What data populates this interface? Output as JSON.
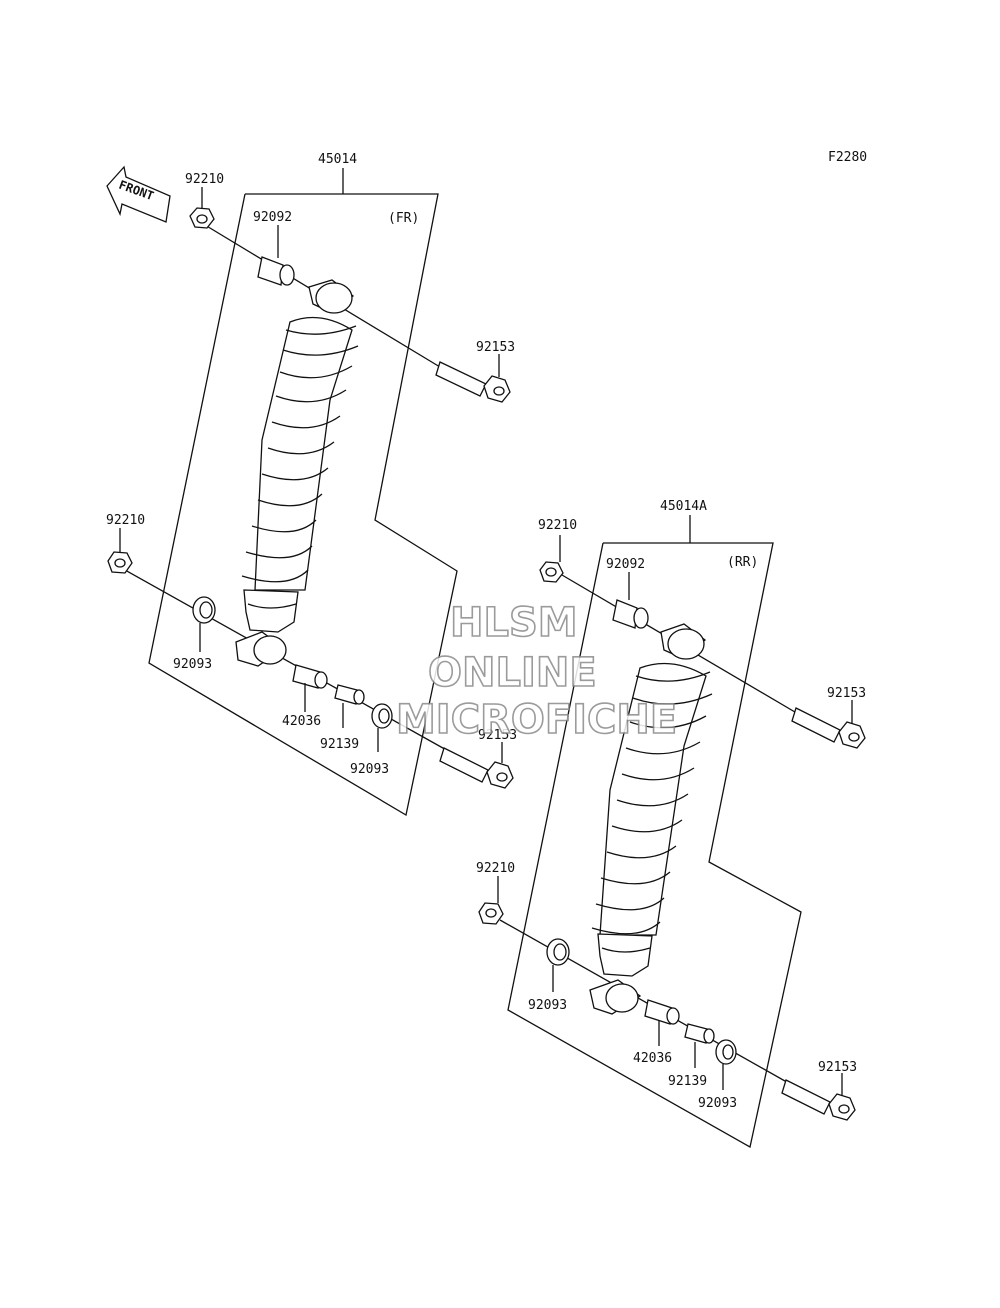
{
  "figure_code": "F2280",
  "front_arrow_label": "FRONT",
  "watermark": [
    "HLSM",
    "ONLINE",
    "MICROFICHE"
  ],
  "assemblies": [
    {
      "id": "front",
      "part_no": "45014",
      "position_label": "(FR)",
      "labels": {
        "nut_top": "92210",
        "collar_top": "92092",
        "bolt_top": "92153",
        "nut_bottom": "92210",
        "seal_left": "92093",
        "bushing": "42036",
        "sleeve": "92139",
        "seal_right": "92093",
        "bolt_bottom": "92153"
      }
    },
    {
      "id": "rear",
      "part_no": "45014A",
      "position_label": "(RR)",
      "labels": {
        "nut_top": "92210",
        "collar_top": "92092",
        "bolt_top": "92153",
        "nut_bottom": "92210",
        "seal_left": "92093",
        "bushing": "42036",
        "sleeve": "92139",
        "seal_right": "92093",
        "bolt_bottom": "92153"
      }
    }
  ]
}
